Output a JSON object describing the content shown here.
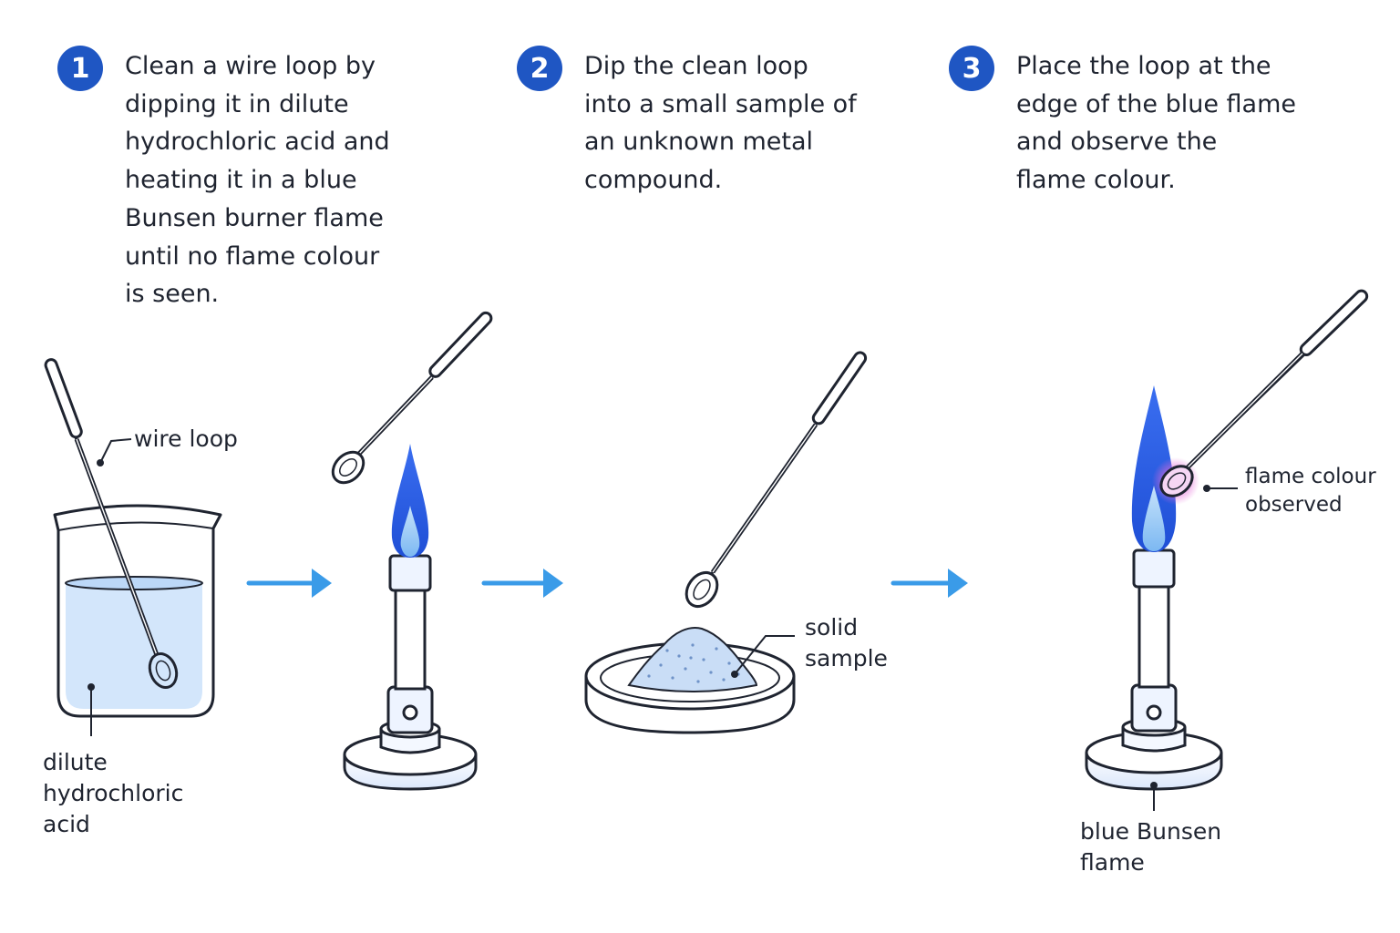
{
  "steps": [
    {
      "number": "1",
      "lines": [
        "Clean a wire loop by",
        "dipping it in dilute",
        "hydrochloric acid and",
        "heating it in a blue",
        "Bunsen burner flame",
        "until no flame colour",
        "is seen."
      ]
    },
    {
      "number": "2",
      "lines": [
        "Dip the clean loop",
        "into a small sample of",
        "an unknown metal",
        "compound."
      ]
    },
    {
      "number": "3",
      "lines": [
        "Place the loop at the",
        "edge of the blue flame",
        "and observe the",
        "flame colour."
      ]
    }
  ],
  "labels": {
    "wire_loop": "wire loop",
    "acid": [
      "dilute",
      "hydrochloric",
      "acid"
    ],
    "solid_sample": [
      "solid",
      "sample"
    ],
    "flame_colour_observed": [
      "flame colour",
      "observed"
    ],
    "blue_bunsen_flame": [
      "blue Bunsen",
      "flame"
    ]
  },
  "colors": {
    "badge": "#1f56c3",
    "arrow": "#3a9be8",
    "flame_outer": "#2b5fe0",
    "flame_inner": "#8ec8f5",
    "liquid": "#d3e6fb",
    "outline": "#1f2430",
    "glow": "#e36bd8"
  }
}
